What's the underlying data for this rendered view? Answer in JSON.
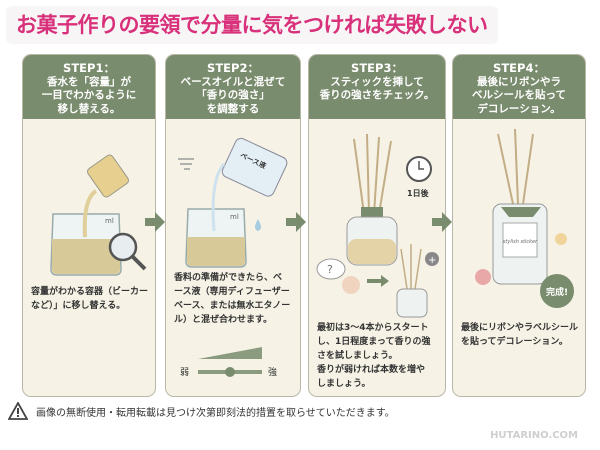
{
  "title": "お菓子作りの要領で分量に気をつければ失敗しない",
  "accent_color": "#d8307a",
  "header_color": "#7a8c6e",
  "steps": [
    {
      "step": "STEP1：",
      "heading": "香水を「容量」が\n一目でわかるように\n移し替える。",
      "desc": "容量がわかる容器（ビーカー\nなど）」に移し替える。",
      "beaker_label": "ml"
    },
    {
      "step": "STEP2：",
      "heading": "ベースオイルと混ぜて\n「香りの強さ」\nを調整する",
      "desc": "香料の準備ができたら、ベ\nース液（専用ディフューザー\nベース、または無水エタノー\nル）と混ぜ合わせます。",
      "bottle_label": "ベース液",
      "beaker_label": "ml",
      "slider_min": "弱",
      "slider_max": "強",
      "slider_value": 0.5
    },
    {
      "step": "STEP3：",
      "heading": "スティックを挿して\n香りの強さをチェック。",
      "desc": "最初は3〜4本からスタート\nし、1日程度まって香りの強\nさを試しましょう。\n香りが弱ければ本数を増や\nしましょう。",
      "clock_label": "1日後",
      "question": "?",
      "plus": "+"
    },
    {
      "step": "STEP4：",
      "heading": "最後にリボンやラ\nベルシールを貼って\nデコレーション。",
      "desc": "最後にリボンやラベルシール\nを貼ってデコレーション。",
      "label_text": "stylish sticker",
      "badge": "完成!"
    }
  ],
  "footer": {
    "warning": "画像の無断使用・転用転載は見つけ次第即刻法的措置を取らせていただきます。",
    "icon": "warning-icon"
  },
  "watermark": "HUTARINO.COM"
}
